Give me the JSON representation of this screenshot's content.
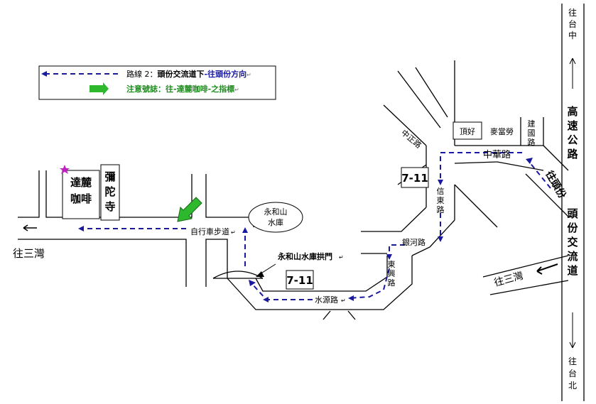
{
  "colors": {
    "route": "#1a1aa0",
    "route_label": "#1a1aa0",
    "highway_red": "#d81414",
    "cafe_green": "#1e8c1e",
    "temple_blue": "#1a1aa0",
    "arrow_green": "#2db82d",
    "star": "#c020c0"
  },
  "legend": {
    "route_prefix": "路線 2：",
    "route_text": "頭份交流道下",
    "route_suffix": "-往頭份方向",
    "note_prefix": "注意號誌：往",
    "note_cafe": "-達麓咖啡",
    "note_suffix": "-之指標",
    "pilcrow": "↵"
  },
  "highway": {
    "name": "高速公路",
    "interchange": "頭份交流道",
    "north": "往台中",
    "south": "往台北",
    "north_arrow_icon": "arrow-up-icon",
    "south_arrow_icon": "arrow-down-icon"
  },
  "places": {
    "cafe": "達麓咖啡",
    "temple": "彌陀寺",
    "reservoir": "永和山水庫",
    "reservoir_arch": "永和山水庫拱門",
    "seven_eleven": "7-11",
    "dinghao": "頂好",
    "mcdonalds": "麥當勞"
  },
  "roads": {
    "bike_path": "自行車步道",
    "zhongzheng": "中正路",
    "zhonghua": "中華路",
    "jianguo": "建國路",
    "xindong": "信東路",
    "yinhe": "銀河路",
    "dongxing": "東興路",
    "shuiyuan": "水源路"
  },
  "directions": {
    "to_sanwan": "往三灣",
    "to_toufen": "往頭份",
    "to_sanwan_right": "往三灣"
  }
}
